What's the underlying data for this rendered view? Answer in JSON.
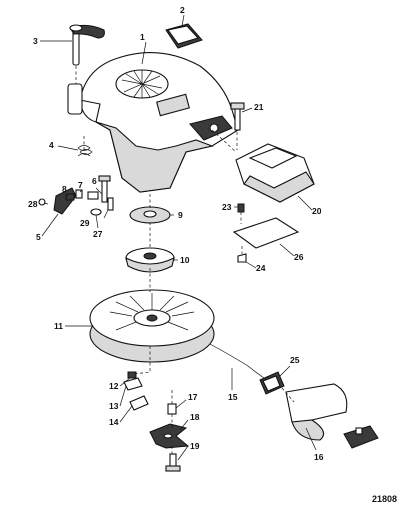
{
  "figure_id": "21808",
  "callouts": [
    {
      "n": "1",
      "label": "1"
    },
    {
      "n": "2",
      "label": "2"
    },
    {
      "n": "3",
      "label": "3"
    },
    {
      "n": "4",
      "label": "4"
    },
    {
      "n": "5",
      "label": "5"
    },
    {
      "n": "6",
      "label": "6"
    },
    {
      "n": "7",
      "label": "7"
    },
    {
      "n": "8",
      "label": "8"
    },
    {
      "n": "9",
      "label": "9"
    },
    {
      "n": "10",
      "label": "10"
    },
    {
      "n": "11",
      "label": "11"
    },
    {
      "n": "12",
      "label": "12"
    },
    {
      "n": "13",
      "label": "13"
    },
    {
      "n": "14",
      "label": "14"
    },
    {
      "n": "15",
      "label": "15"
    },
    {
      "n": "16",
      "label": "16"
    },
    {
      "n": "17",
      "label": "17"
    },
    {
      "n": "18",
      "label": "18"
    },
    {
      "n": "19",
      "label": "19"
    },
    {
      "n": "20",
      "label": "20"
    },
    {
      "n": "21",
      "label": "21"
    },
    {
      "n": "23",
      "label": "23"
    },
    {
      "n": "24",
      "label": "24"
    },
    {
      "n": "25",
      "label": "25"
    },
    {
      "n": "26",
      "label": "26"
    },
    {
      "n": "27",
      "label": "27"
    },
    {
      "n": "28",
      "label": "28"
    },
    {
      "n": "29",
      "label": "29"
    }
  ]
}
